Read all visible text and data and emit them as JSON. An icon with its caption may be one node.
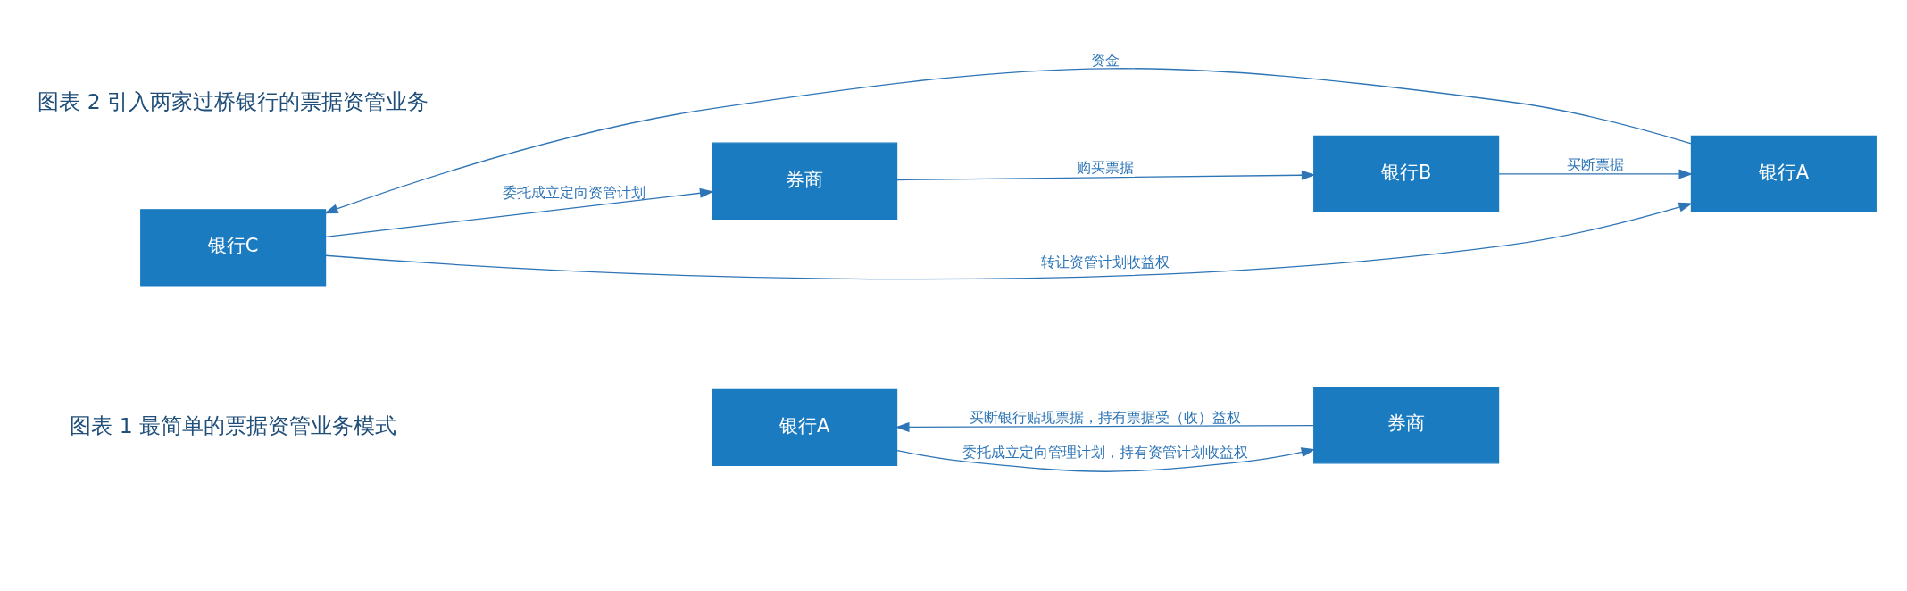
{
  "diagram": {
    "nodes": [
      {
        "text": [
          "银行A"
        ]
      },
      {
        "text": [
          "券商"
        ]
      },
      {
        "text": [
          "银行C"
        ]
      },
      {
        "text": [
          "银行A"
        ]
      },
      {
        "text": [
          "银行B"
        ]
      },
      {
        "text": [
          "券商"
        ]
      }
    ],
    "edges": [
      {
        "from": 0,
        "to": 1,
        "arrow": "to",
        "label": "委托成立定向管理计划，持有资管计划收益权"
      },
      {
        "from": 1,
        "to": 0,
        "arrow": "to",
        "label": "买断银行贴现票据，持有票据受（收）益权"
      },
      {
        "from": 3,
        "to": 2,
        "arrow": "to",
        "label": "资金"
      },
      {
        "from": 2,
        "to": 3,
        "arrow": "to",
        "label": "转让资管计划收益权"
      },
      {
        "from": 4,
        "to": 3,
        "arrow": "to",
        "label": "买断票据"
      },
      {
        "from": 2,
        "to": 5,
        "arrow": "to",
        "label": "委托成立定向资管计划"
      },
      {
        "from": 5,
        "to": 4,
        "arrow": "to",
        "label": "购买票据"
      }
    ],
    "labels": [
      "图表 1 最简单的票据资管业务模式",
      "图表 2 引入两家过桥银行的票据资管业务"
    ]
  }
}
